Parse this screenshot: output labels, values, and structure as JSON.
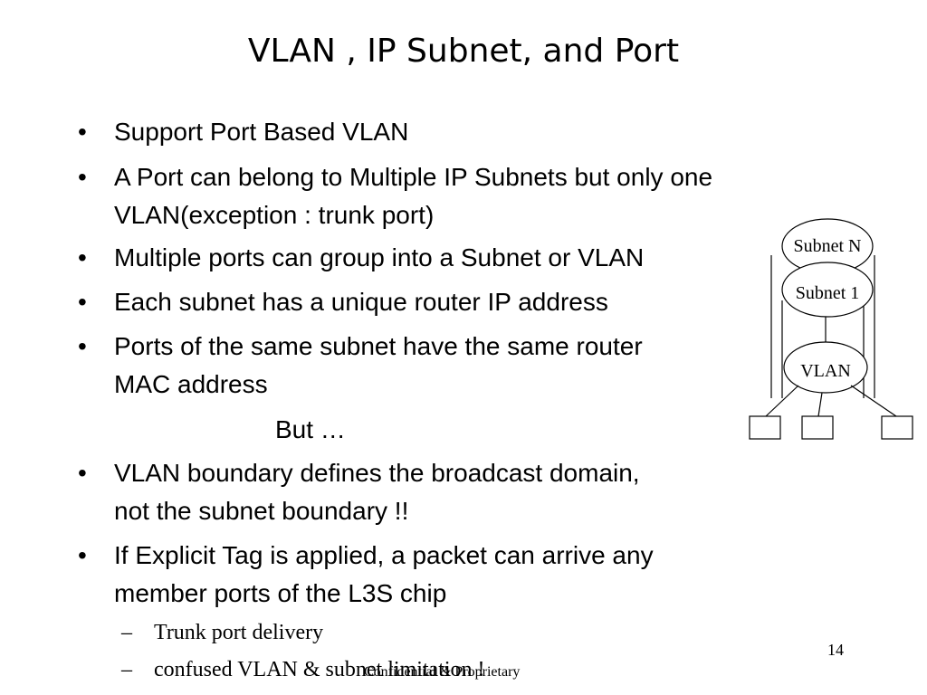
{
  "slide": {
    "title": "VLAN , IP Subnet, and Port",
    "bullet_char": "•",
    "bullets": [
      {
        "lines": [
          "Support Port Based VLAN"
        ]
      },
      {
        "lines": [
          "A Port can belong to Multiple IP Subnets but only one",
          "VLAN(exception : trunk port)"
        ]
      },
      {
        "lines": [
          "Multiple ports can group into a Subnet or VLAN"
        ]
      },
      {
        "lines": [
          "Each subnet has a unique router IP address"
        ]
      },
      {
        "lines": [
          "Ports of the same subnet have the same router",
          "MAC address"
        ]
      },
      {
        "lines": [
          "VLAN boundary defines the broadcast domain,",
          " not the subnet boundary !!"
        ]
      },
      {
        "lines": [
          "If Explicit Tag is applied, a packet can arrive any",
          "member ports of the L3S  chip"
        ]
      }
    ],
    "but_text": "But …",
    "sub_dash": "–",
    "sub_bullets": [
      "Trunk port delivery",
      "confused VLAN & subnet limitation !"
    ],
    "footer": "Confidential & Proprietary",
    "page_number": "14"
  },
  "diagram": {
    "nodes": [
      "Subnet N",
      "Subnet 1",
      "VLAN"
    ],
    "port_count": 3
  }
}
